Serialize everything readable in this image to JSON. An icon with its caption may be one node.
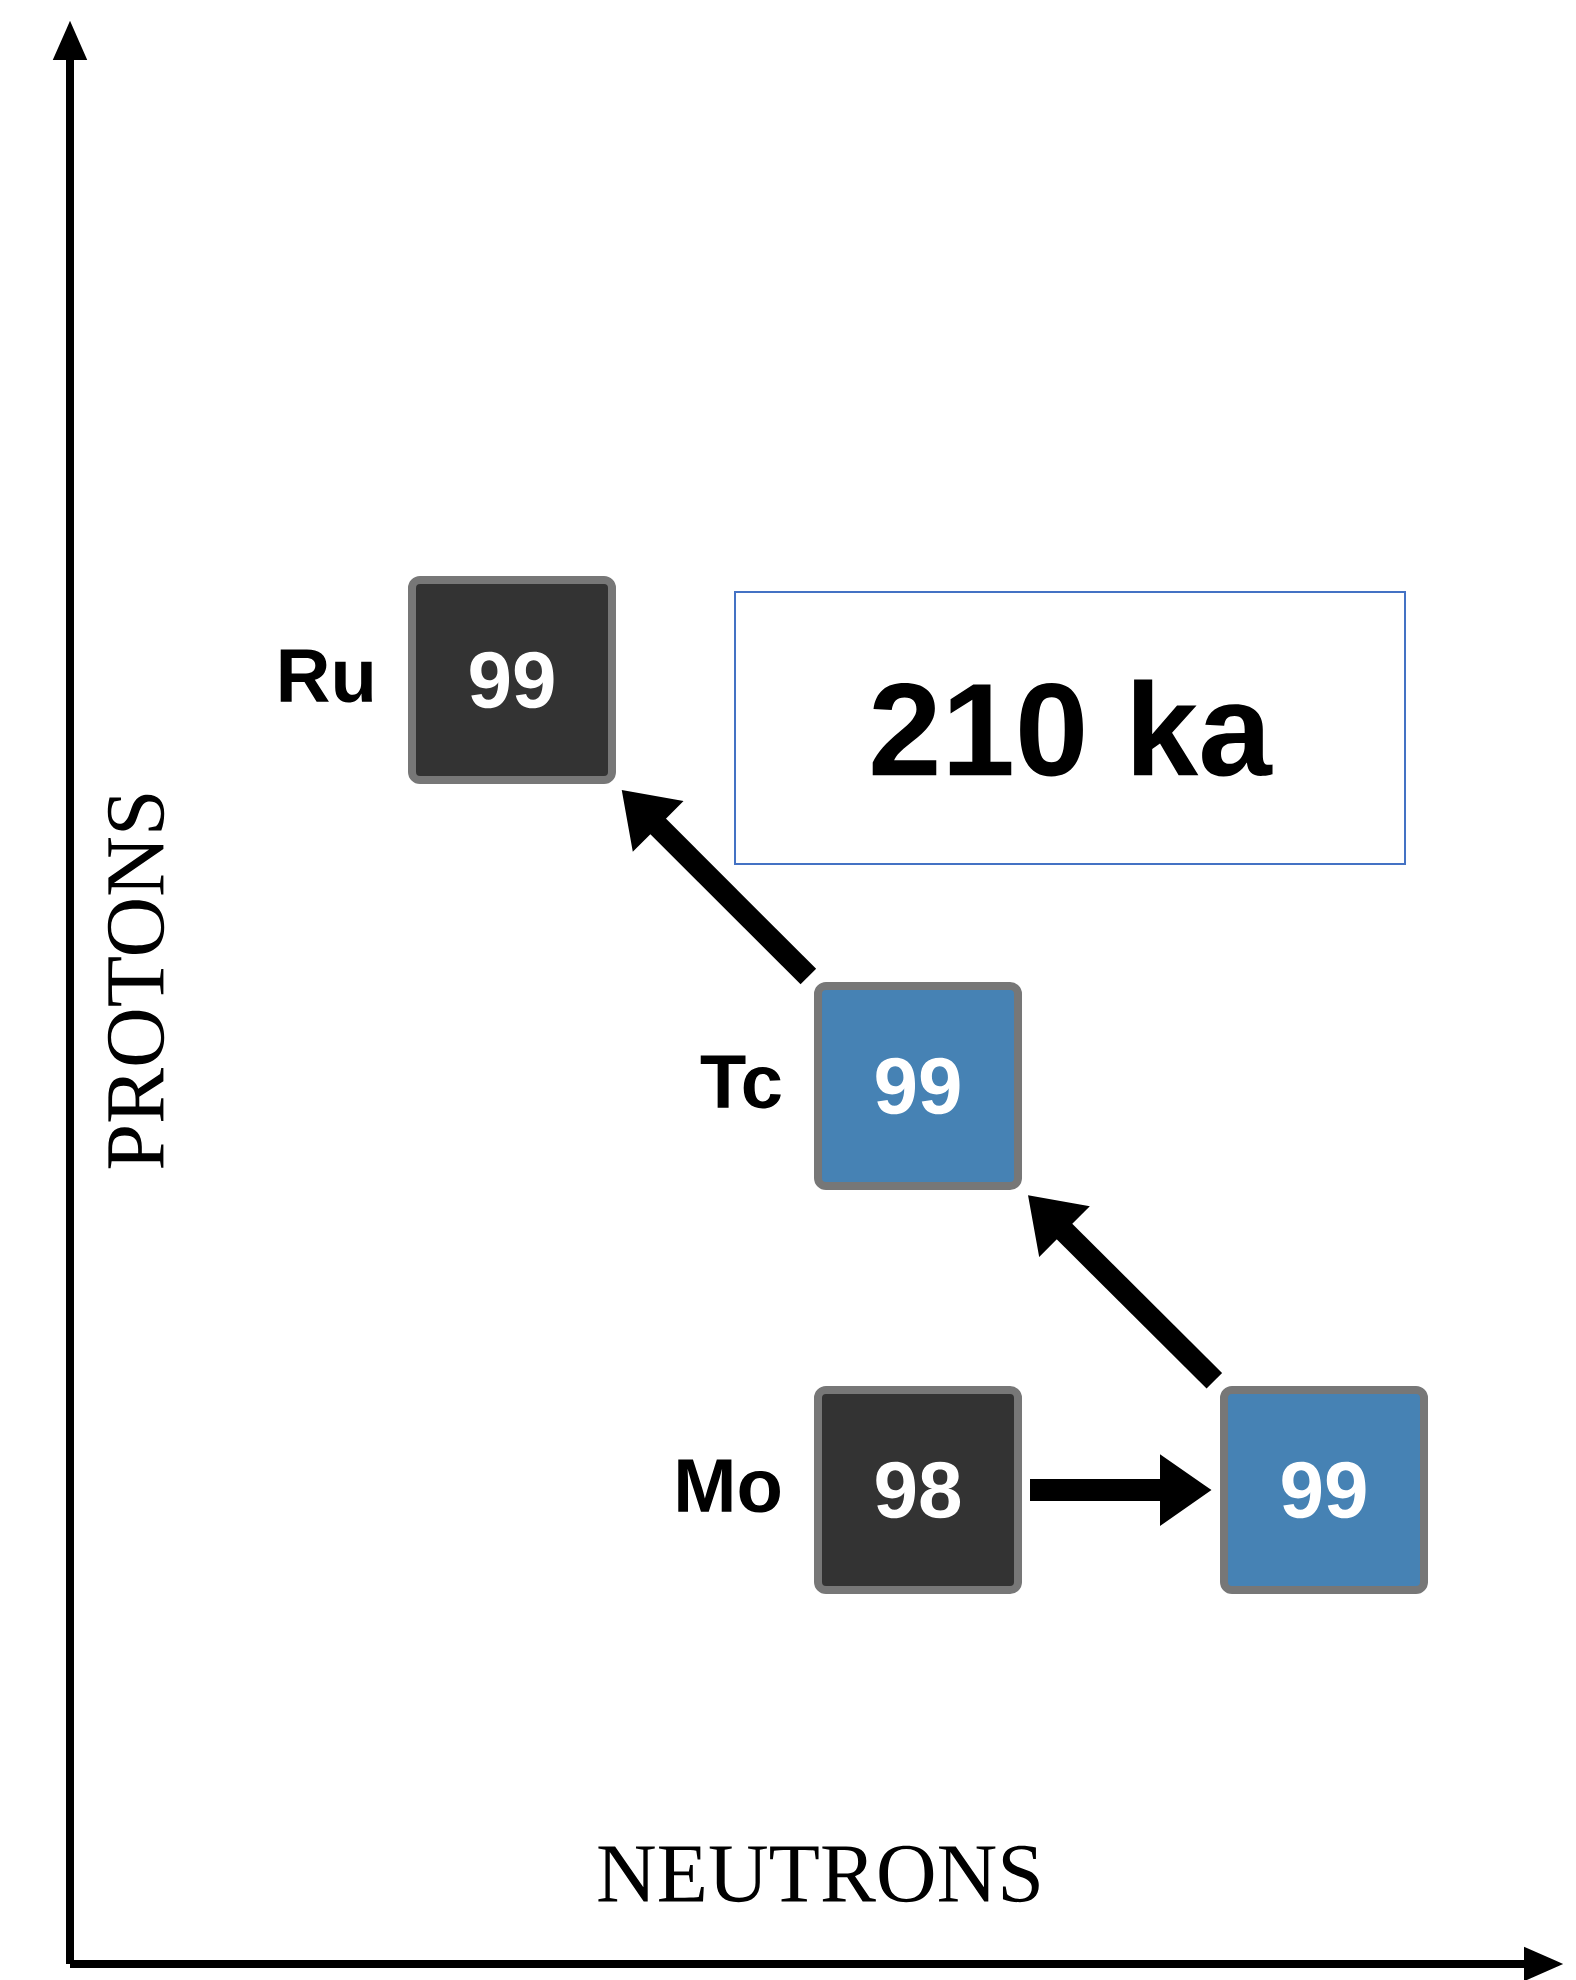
{
  "diagram": {
    "nodes": [
      {
        "text": [
          "99"
        ],
        "beside": [
          "Ru"
        ]
      },
      {
        "text": [
          "210 ka"
        ]
      },
      {
        "text": [
          "99"
        ],
        "beside": [
          "Tc"
        ]
      },
      {
        "text": [
          "98"
        ],
        "beside": [
          "Mo"
        ]
      },
      {
        "text": [
          "99"
        ]
      }
    ],
    "edges": [
      {
        "from": 3,
        "to": 4,
        "arrow": "to"
      },
      {
        "from": 4,
        "to": 2,
        "arrow": "to"
      },
      {
        "from": 2,
        "to": 0,
        "arrow": "to"
      }
    ],
    "labels": [
      "PROTONS",
      "NEUTRONS"
    ]
  }
}
